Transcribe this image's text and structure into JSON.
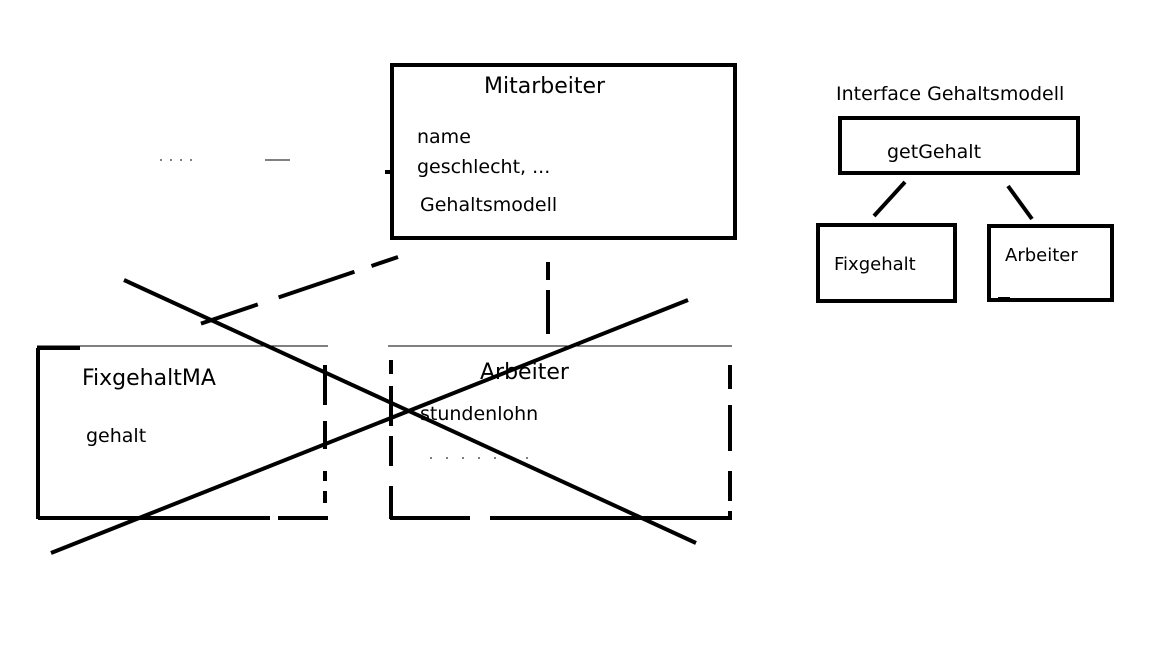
{
  "mitarbeiter": {
    "title": "Mitarbeiter",
    "attributes": [
      "name",
      "geschlecht, ...",
      "Gehaltsmodell"
    ]
  },
  "interface": {
    "caption": "Interface Gehaltsmodell",
    "method": "getGehalt"
  },
  "implementations": [
    "Fixgehalt",
    "Arbeiter"
  ],
  "crossed_out": {
    "fixgehalt_ma": {
      "title": "FixgehaltMA",
      "attribute": "gehalt"
    },
    "arbeiter_old": {
      "title": "Arbeiter",
      "attribute": "stundenlohn"
    }
  },
  "colors": {
    "stroke": "#000000",
    "background": "#ffffff"
  }
}
